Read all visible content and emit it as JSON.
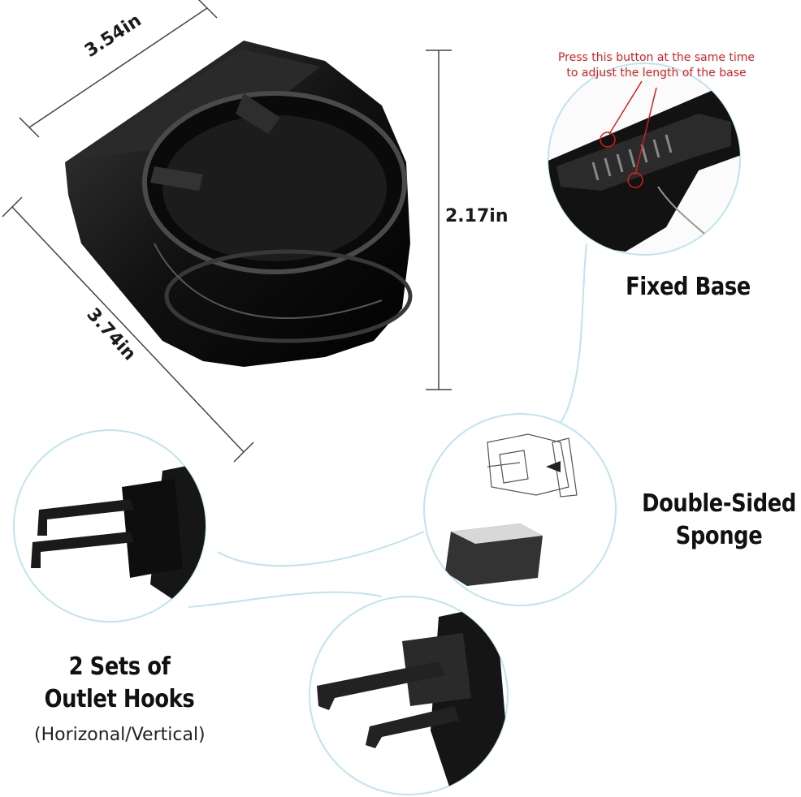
{
  "dimensions": {
    "width": "3.54in",
    "depth": "3.74in",
    "height": "2.17in"
  },
  "callouts": {
    "button_note_line1": "Press this button at the same time",
    "button_note_line2": "to adjust the length of the base",
    "fixed_base": "Fixed Base",
    "sponge_line1": "Double-Sided",
    "sponge_line2": "Sponge",
    "hooks_line1": "2 Sets of",
    "hooks_line2": "Outlet Hooks",
    "hooks_sub": "(Horizonal/Vertical)"
  },
  "colors": {
    "circle_border": "#bfe4ee",
    "note_red": "#d21f1f",
    "product_black": "#141414"
  }
}
